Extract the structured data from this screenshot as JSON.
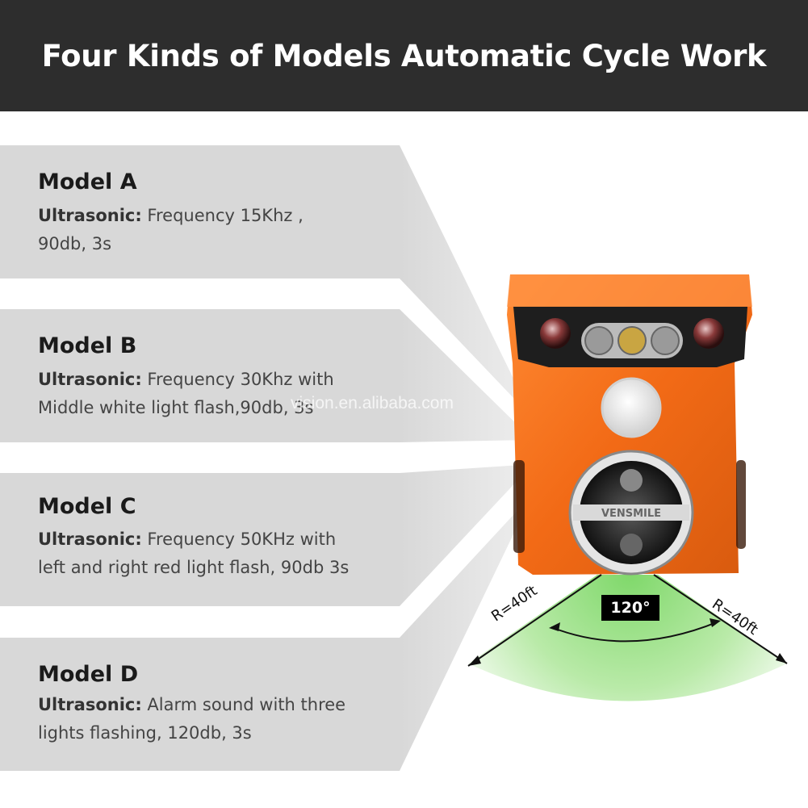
{
  "header": {
    "title": "Four Kinds of Models Automatic Cycle Work"
  },
  "models": [
    {
      "title": "Model A",
      "label": "Ultrasonic:",
      "line1": " Frequency 15Khz ,",
      "line2": "90db, 3s"
    },
    {
      "title": "Model B",
      "label": "Ultrasonic:",
      "line1": " Frequency 30Khz with",
      "line2": "Middle white light flash,90db, 3s"
    },
    {
      "title": "Model C",
      "label": "Ultrasonic:",
      "line1": " Frequency 50KHz with",
      "line2": "left and right red light flash, 90db 3s"
    },
    {
      "title": "Model D",
      "label": "Ultrasonic:",
      "line1": " Alarm sound with three",
      "line2": "lights flashing, 120db, 3s"
    }
  ],
  "device": {
    "brand": "VENSMILE"
  },
  "coverage": {
    "angle": "120°",
    "radius_left": "R=40ft",
    "radius_right": "R=40ft",
    "color": "#8fdc7a"
  },
  "watermark": "vjsion.en.alibaba.com",
  "colors": {
    "header_bg": "#2d2d2d",
    "panel_bg": "#d8d8d8",
    "device_orange": "#f26a16"
  }
}
